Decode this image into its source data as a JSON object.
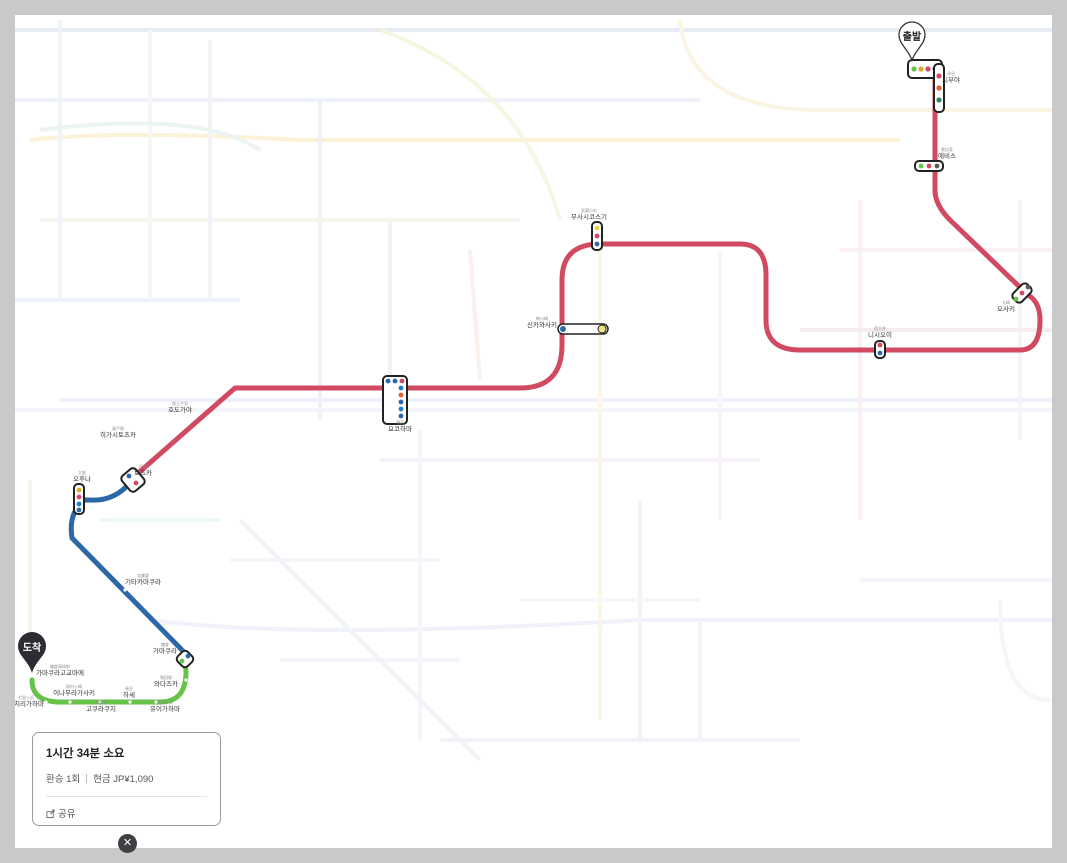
{
  "pins": {
    "start_label": "출발",
    "end_label": "도착"
  },
  "stations": [
    {
      "id": "shibuya",
      "name": "시부야",
      "sub": "渋谷"
    },
    {
      "id": "ebisu",
      "name": "에비스",
      "sub": "恵比寿"
    },
    {
      "id": "osaki",
      "name": "오사키",
      "sub": "大崎"
    },
    {
      "id": "nishioi",
      "name": "니시오이",
      "sub": "西大井"
    },
    {
      "id": "musashikosugi",
      "name": "무사시코스기",
      "sub": "武蔵小杉"
    },
    {
      "id": "shinkawasaki",
      "name": "신카와사키",
      "sub": "新川崎"
    },
    {
      "id": "yokohama",
      "name": "요코하마",
      "sub": "横浜"
    },
    {
      "id": "hodogaya",
      "name": "호도가야",
      "sub": "保土ケ谷"
    },
    {
      "id": "higashitotsuka",
      "name": "히가시토츠카",
      "sub": "東戸塚"
    },
    {
      "id": "totsuka",
      "name": "토츠카",
      "sub": "戸塚"
    },
    {
      "id": "ofuna",
      "name": "오후나",
      "sub": "大船"
    },
    {
      "id": "kitakamakura",
      "name": "기타카마쿠라",
      "sub": "北鎌倉"
    },
    {
      "id": "kamakura",
      "name": "가마쿠라",
      "sub": "鎌倉"
    },
    {
      "id": "wadazuka",
      "name": "와다즈카",
      "sub": "和田塚"
    },
    {
      "id": "yuigahama",
      "name": "유이가하마",
      "sub": "由比ヶ浜"
    },
    {
      "id": "hase",
      "name": "하세",
      "sub": "長谷"
    },
    {
      "id": "gokurakuji",
      "name": "고쿠라쿠지",
      "sub": "極楽寺"
    },
    {
      "id": "inamuragasaki",
      "name": "이나무라가사키",
      "sub": "稲村ヶ崎"
    },
    {
      "id": "kamakurakokomae",
      "name": "가마쿠라고교마에",
      "sub": "鎌倉高校前"
    },
    {
      "id": "shichirigahama",
      "name": "시치리가하마",
      "sub": "七里ヶ浜"
    }
  ],
  "summary": {
    "duration": "1시간 34분 소요",
    "transfers": "환승 1회",
    "fare": "현금 JP¥1,090",
    "share_label": "공유"
  },
  "close_label": "✕",
  "colors": {
    "jr_line": "#d14a62",
    "yokosuka_line": "#2c68a8",
    "enoden_line": "#67c24a",
    "pin": "#2b2d33"
  }
}
